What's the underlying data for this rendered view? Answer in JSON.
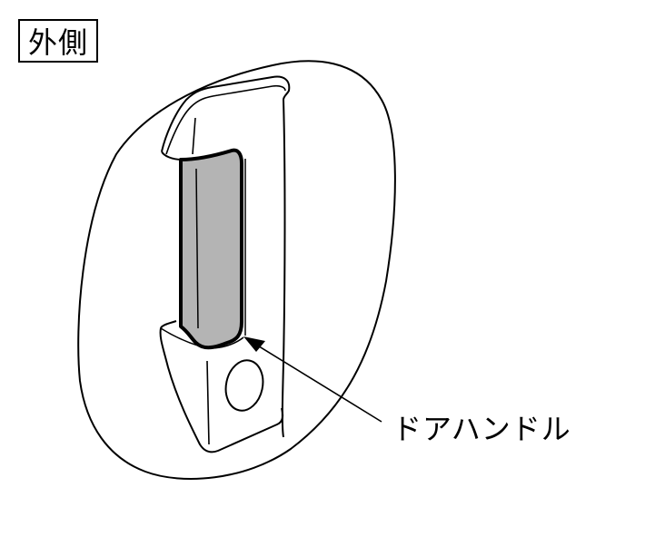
{
  "diagram": {
    "section_label": "外側",
    "callout": {
      "label": "ドアハンドル",
      "target": "door-handle"
    },
    "colors": {
      "stroke": "#000000",
      "handle_fill": "#b4b4b4",
      "background": "#ffffff"
    }
  }
}
